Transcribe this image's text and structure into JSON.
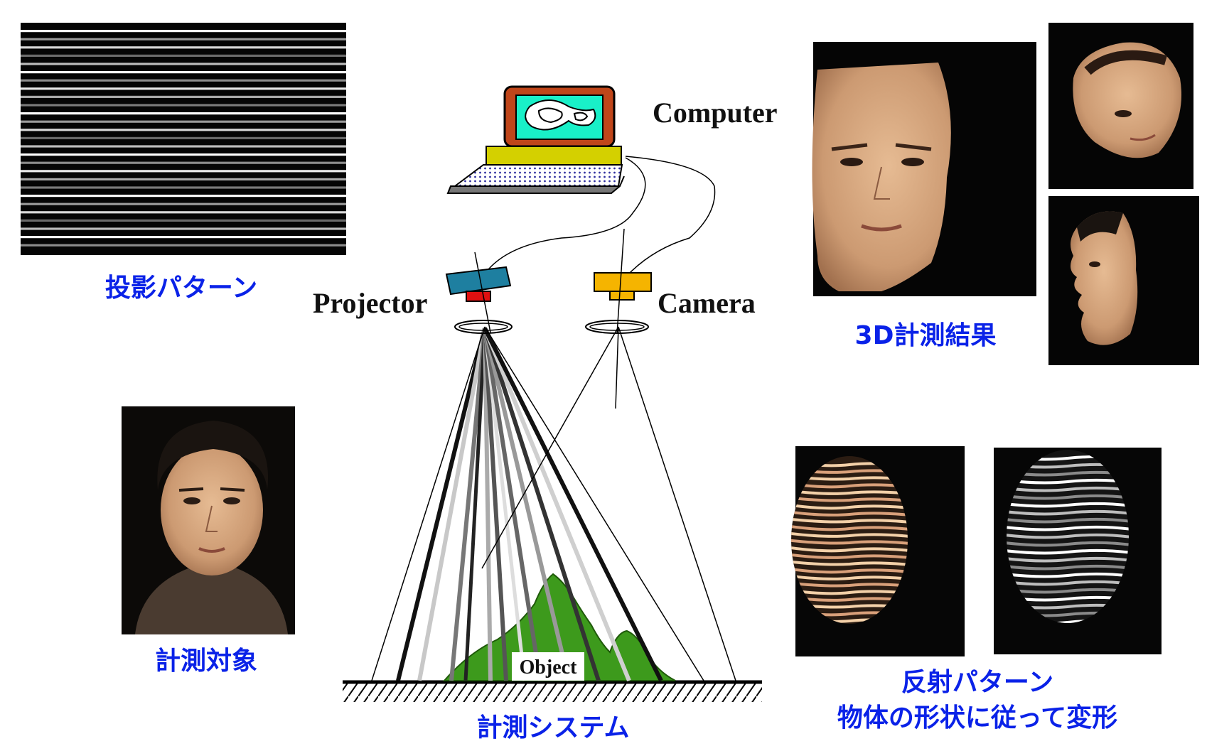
{
  "captions": {
    "projection_pattern": "投影パターン",
    "measurement_target": "計測対象",
    "measurement_system": "計測システム",
    "result_3d": "3D計測結果",
    "reflected_line1": "反射パターン",
    "reflected_line2": "物体の形状に従って変形"
  },
  "labels": {
    "computer": "Computer",
    "projector": "Projector",
    "camera": "Camera",
    "object": "Object"
  },
  "colors": {
    "caption_blue": "#0a22e8",
    "projector_body": "#1e7fa0",
    "projector_lens": "#e01010",
    "camera_body": "#f5b400",
    "object_fill": "#3d9a1c",
    "monitor_frame": "#c0461a",
    "monitor_screen": "#19f0c8",
    "laptop_keyboard": "#d4d000"
  }
}
